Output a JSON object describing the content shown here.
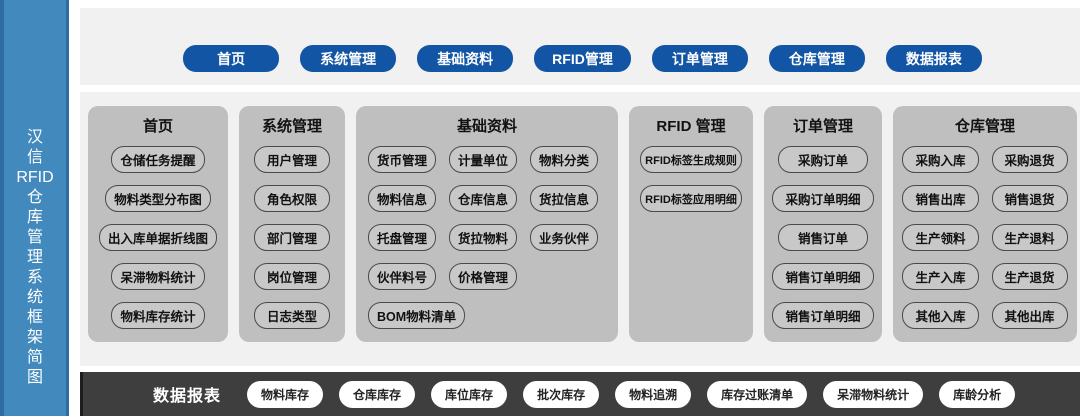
{
  "sidebar": {
    "title_chars": [
      "汉",
      "信",
      "RFID",
      "仓",
      "库",
      "管",
      "理",
      "系",
      "统",
      "框",
      "架",
      "简",
      "图"
    ]
  },
  "nav": {
    "items": [
      "首页",
      "系统管理",
      "基础资料",
      "RFID管理",
      "订单管理",
      "仓库管理",
      "数据报表"
    ]
  },
  "modules": [
    {
      "title": "首页",
      "rows": [
        [
          "仓储任务提醒"
        ],
        [
          "物料类型分布图"
        ],
        [
          "出入库单据折线图"
        ],
        [
          "呆滞物料统计"
        ],
        [
          "物料库存统计"
        ]
      ]
    },
    {
      "title": "系统管理",
      "rows": [
        [
          "用户管理"
        ],
        [
          "角色权限"
        ],
        [
          "部门管理"
        ],
        [
          "岗位管理"
        ],
        [
          "日志类型"
        ]
      ]
    },
    {
      "title": "基础资料",
      "rows": [
        [
          "货币管理",
          "计量单位",
          "物料分类"
        ],
        [
          "物料信息",
          "仓库信息",
          "货拉信息"
        ],
        [
          "托盘管理",
          "货拉物料",
          "业务伙伴"
        ],
        [
          "伙伴料号",
          "价格管理"
        ],
        [
          "BOM物料清单"
        ]
      ]
    },
    {
      "title": "RFID 管理",
      "rows": [
        [
          "RFID标签生成规则"
        ],
        [
          "RFID标签应用明细"
        ]
      ]
    },
    {
      "title": "订单管理",
      "rows": [
        [
          "采购订单"
        ],
        [
          "采购订单明细"
        ],
        [
          "销售订单"
        ],
        [
          "销售订单明细"
        ],
        [
          "销售订单明细"
        ]
      ]
    },
    {
      "title": "仓库管理",
      "rows": [
        [
          "采购入库",
          "采购退货"
        ],
        [
          "销售出库",
          "销售退货"
        ],
        [
          "生产领料",
          "生产退料"
        ],
        [
          "生产入库",
          "生产退货"
        ],
        [
          "其他入库",
          "其他出库"
        ]
      ]
    }
  ],
  "reports": {
    "label": "数据报表",
    "items": [
      "物料库存",
      "仓库库存",
      "库位库存",
      "批次库存",
      "物料追溯",
      "库存过账清单",
      "呆滞物料统计",
      "库龄分析"
    ]
  },
  "colors": {
    "sidebar_blue": "#4289bd",
    "sidebar_edge": "#2e6da4",
    "nav_blue": "#1255a5",
    "panel_gray": "#f1f1f1",
    "module_gray": "#bfbfbf",
    "module_button_gray": "#c8c8c8",
    "dark_bar": "#3e3e3e"
  }
}
